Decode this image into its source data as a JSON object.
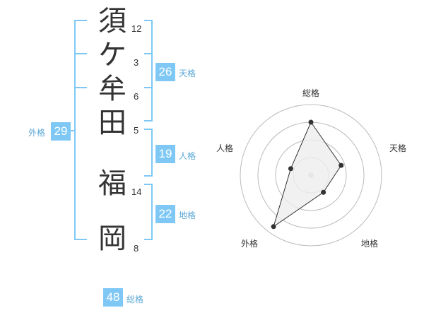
{
  "name": {
    "chars": [
      "須",
      "ケ",
      "牟",
      "田",
      "福",
      "岡"
    ],
    "strokes": [
      "12",
      "3",
      "6",
      "5",
      "14",
      "8"
    ]
  },
  "kakusu": {
    "tenkaku": {
      "value": "26",
      "label": "天格"
    },
    "jinkaku": {
      "value": "19",
      "label": "人格"
    },
    "chikaku": {
      "value": "22",
      "label": "地格"
    },
    "gaikaku": {
      "value": "29",
      "label": "外格"
    },
    "soukaku": {
      "value": "48",
      "label": "総格"
    }
  },
  "chart_data": {
    "type": "radar",
    "axes": [
      "総格",
      "天格",
      "地格",
      "外格",
      "人格"
    ],
    "values": [
      0.75,
      0.45,
      0.3,
      0.9,
      0.3
    ],
    "rings": 4,
    "max": 1,
    "colors": {
      "fill": "#eeeeee",
      "line": "#333333",
      "grid": "#bbbbbb",
      "center": "#cccccc"
    }
  }
}
